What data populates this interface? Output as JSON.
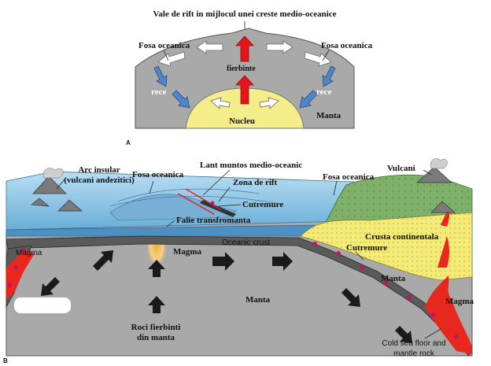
{
  "panel_a": {
    "letter": "A",
    "title": "Vale de rift in mijlocul unei creste medio-oceanice",
    "trench_left": "Fosa oceanica",
    "trench_right": "Fosa oceanica",
    "hot": "fierbinte",
    "cold_left": "rece",
    "cold_right": "rece",
    "core": "Nucleu",
    "mantle": "Manta"
  },
  "panel_b": {
    "letter": "B",
    "island_arc": "Arc insular (vulcani andezitici)",
    "trench_left": "Fosa oceanica",
    "ridge": "Lant muntos medio-oceanic",
    "rift_zone": "Zona de rift",
    "trench_right": "Fosa oceanica",
    "volcanoes": "Vulcani",
    "earthquake_1": "Cutremure",
    "transform_faults": "Falie transfromanta",
    "continental_crust": "Crusta continentala",
    "oceanic_crust": "Oceanic crust",
    "earthquake_2": "Cutremure",
    "magma_left": "Magma",
    "magma_center": "Magma",
    "magma_right": "Magma",
    "mantle_right": "Manta",
    "mantle_center": "Manta",
    "hot_rock": "Roci fierbinti din manta",
    "cold_floor": "Cold sea floor and mantle rock"
  },
  "colors": {
    "mantle": "#a9a9a9",
    "ocean": "#8ec3e3",
    "core": "#f5ec8a",
    "hot_arrow": "#e8141b",
    "cold_arrow": "#4f86c9",
    "continental": "#f3ea78",
    "land": "#7fb06a",
    "magma": "#e8281e",
    "convection": "#1a1a1a"
  }
}
